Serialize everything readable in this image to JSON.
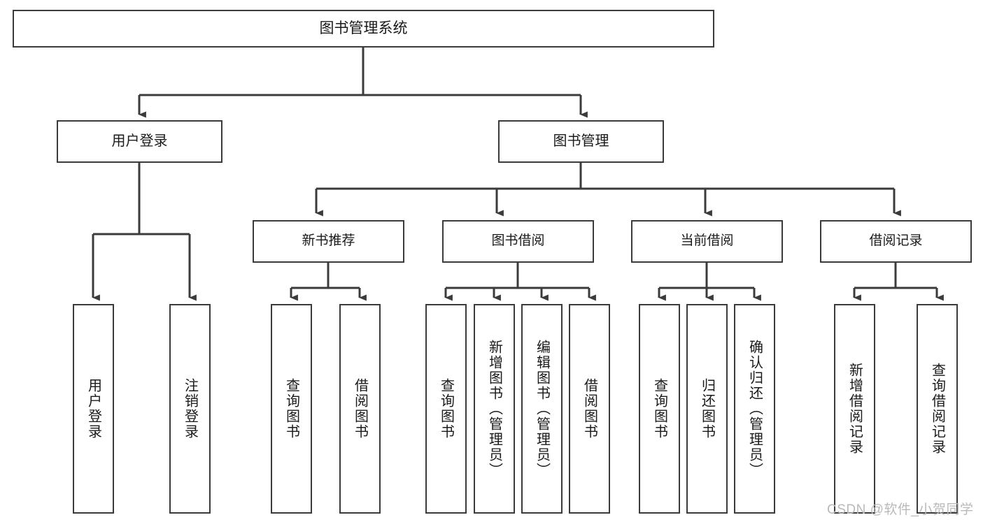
{
  "diagram": {
    "title": "图书管理系统",
    "type": "tree",
    "edge_color": "#3b3b3b",
    "box_border_color": "#3b3b3b",
    "background_color": "#ffffff",
    "text_color": "#1a1a1a"
  },
  "nodes": {
    "root": {
      "label": "图书管理系统"
    },
    "level1": [
      {
        "label": "用户登录"
      },
      {
        "label": "图书管理"
      }
    ],
    "level2": [
      {
        "label": "新书推荐"
      },
      {
        "label": "图书借阅"
      },
      {
        "label": "当前借阅"
      },
      {
        "label": "借阅记录"
      }
    ],
    "leaves": {
      "user_login": [
        {
          "label": "用户登录"
        },
        {
          "label": "注销登录"
        }
      ],
      "new_book_recommend": [
        {
          "label": "查询图书"
        },
        {
          "label": "借阅图书"
        }
      ],
      "book_borrow": [
        {
          "label": "查询图书"
        },
        {
          "label": "新增图书（管理员）"
        },
        {
          "label": "编辑图书（管理员）"
        },
        {
          "label": "借阅图书"
        }
      ],
      "current_borrow": [
        {
          "label": "查询图书"
        },
        {
          "label": "归还图书"
        },
        {
          "label": "确认归还（管理员）"
        }
      ],
      "borrow_record": [
        {
          "label": "新增借阅记录"
        },
        {
          "label": "查询借阅记录"
        }
      ]
    }
  },
  "watermark": {
    "text": "CSDN @软件_小贺同学"
  }
}
